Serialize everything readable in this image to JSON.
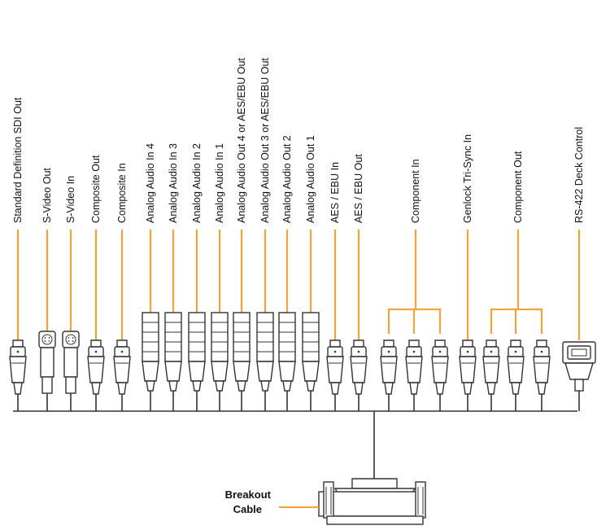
{
  "colors": {
    "accent": "#f5a23a",
    "line": "#333333",
    "text": "#111111"
  },
  "connectors": [
    {
      "id": "sd-sdi-out",
      "label": "Standard Definition SDI Out",
      "kind": "bnc"
    },
    {
      "id": "svideo-out",
      "label": "S-Video Out",
      "kind": "svideo"
    },
    {
      "id": "svideo-in",
      "label": "S-Video In",
      "kind": "svideo"
    },
    {
      "id": "composite-out",
      "label": "Composite Out",
      "kind": "bnc"
    },
    {
      "id": "composite-in",
      "label": "Composite In",
      "kind": "bnc"
    },
    {
      "id": "analog-audio-in-4",
      "label": "Analog Audio In 4",
      "kind": "xlr"
    },
    {
      "id": "analog-audio-in-3",
      "label": "Analog Audio In 3",
      "kind": "xlr"
    },
    {
      "id": "analog-audio-in-2",
      "label": "Analog Audio In 2",
      "kind": "xlr"
    },
    {
      "id": "analog-audio-in-1",
      "label": "Analog Audio In 1",
      "kind": "xlr"
    },
    {
      "id": "analog-audio-out-4",
      "label": "Analog Audio Out 4 or AES/EBU Out",
      "kind": "xlr"
    },
    {
      "id": "analog-audio-out-3",
      "label": "Analog Audio Out 3 or AES/EBU Out",
      "kind": "xlr"
    },
    {
      "id": "analog-audio-out-2",
      "label": "Analog Audio Out 2",
      "kind": "xlr"
    },
    {
      "id": "analog-audio-out-1",
      "label": "Analog Audio Out 1",
      "kind": "xlr"
    },
    {
      "id": "aes-ebu-in",
      "label": "AES / EBU In",
      "kind": "bnc"
    },
    {
      "id": "aes-ebu-out",
      "label": "AES / EBU Out",
      "kind": "bnc"
    },
    {
      "id": "component-in",
      "label": "Component In",
      "kind": "bnc-group3"
    },
    {
      "id": "genlock",
      "label": "Genlock Tri-Sync In",
      "kind": "bnc"
    },
    {
      "id": "component-out",
      "label": "Component Out",
      "kind": "bnc-group3"
    },
    {
      "id": "rs422",
      "label": "RS-422 Deck Control",
      "kind": "db9"
    }
  ],
  "breakout": {
    "caption_line1": "Breakout",
    "caption_line2": "Cable"
  }
}
